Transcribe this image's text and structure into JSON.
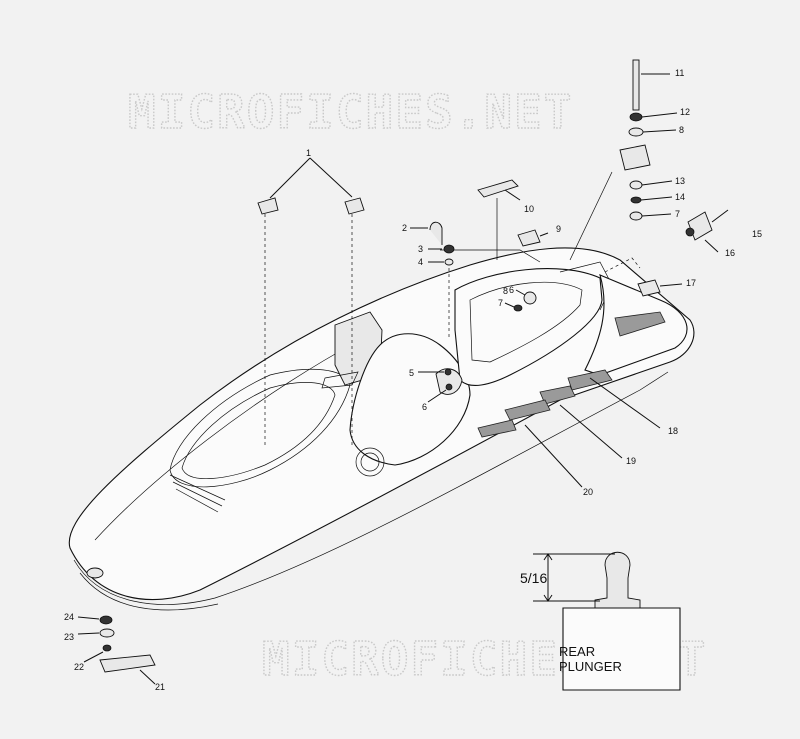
{
  "watermarks": [
    "MICROFICHES.NET",
    "MICROFICHES.NET"
  ],
  "callouts": [
    "1",
    "2",
    "3",
    "4",
    "5",
    "6",
    "7",
    "6",
    "7",
    "8",
    "8",
    "9",
    "10",
    "11",
    "12",
    "13",
    "14",
    "15",
    "16",
    "17",
    "18",
    "19",
    "20",
    "21",
    "22",
    "23",
    "24"
  ],
  "dimension_label": "5/16",
  "note_lines": [
    "REAR",
    "PLUNGER"
  ]
}
